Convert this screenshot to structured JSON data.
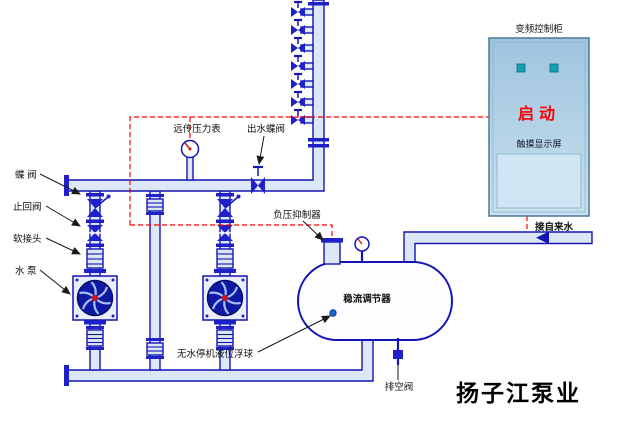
{
  "brand": "扬子江泵业",
  "cabinet": {
    "title": "变频控制柜",
    "start_button": "启动",
    "screen_label": "触摸显示屏"
  },
  "labels": {
    "tap_water_inlet": "接自来水",
    "remote_pressure_gauge": "远传压力表",
    "outlet_butterfly_valve": "出水蝶阀",
    "negative_pressure_suppressor": "负压抑制器",
    "butterfly_valve": "蝶 阀",
    "check_valve": "止回阀",
    "flexible_joint": "软接头",
    "water_pump": "水 泵",
    "flow_regulator": "稳流调节器",
    "low_level_float": "无水停机液位浮球",
    "drain_valve": "排空阀"
  },
  "colors": {
    "pipe_stroke": "#1414b4",
    "pipe_fill": "#dce8f8",
    "valve_fill": "#2020c8",
    "control_line": "#ff0000",
    "start_text": "#ff0000",
    "cabinet_fill": "#aecde6",
    "text": "#101010"
  }
}
